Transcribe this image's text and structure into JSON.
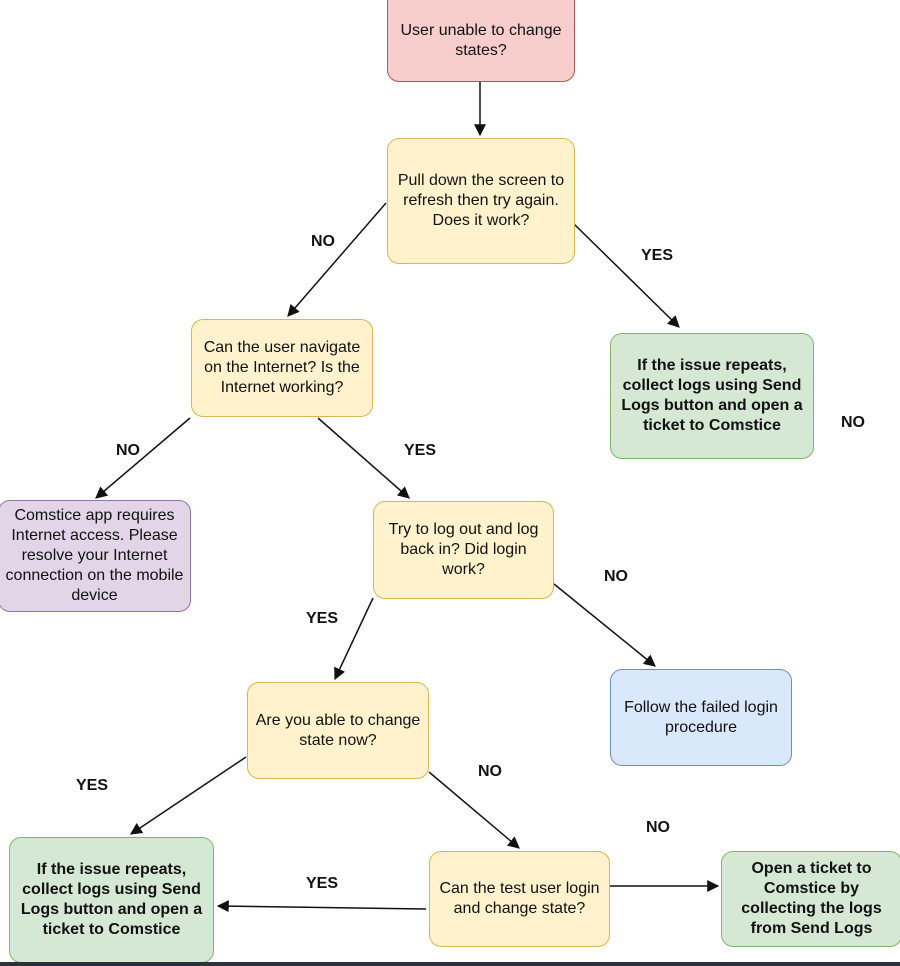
{
  "colors": {
    "red_fill": "#f8cecc",
    "red_border": "#b85450",
    "yellow_fill": "#fff2cc",
    "yellow_border": "#d6b656",
    "green_fill": "#d5e8d4",
    "green_border": "#82b366",
    "purple_fill": "#e1d5e7",
    "purple_border": "#9673a6",
    "blue_fill": "#dae8fc",
    "blue_border": "#6c8ebf"
  },
  "nodes": {
    "start": "User unable to change states?",
    "refresh": "Pull down the screen to refresh then try again. Does it work?",
    "internet": "Can the user navigate on the Internet? Is the Internet working?",
    "repeat_top": "If the issue repeats, collect logs using Send Logs button and open a ticket to Comstice",
    "requires_internet": "Comstice app requires Internet access. Please resolve your Internet connection on the mobile device",
    "relogin": "Try to log out and log back in? Did login work?",
    "change_now": "Are you able to change state now?",
    "failed_login": "Follow the failed login procedure",
    "repeat_bottom": "If the issue repeats, collect logs using Send Logs button and open a ticket to Comstice",
    "test_user": "Can the test user login and change state?",
    "open_ticket": "Open a ticket to Comstice by collecting the logs from Send Logs"
  },
  "labels": {
    "refresh_no": "NO",
    "refresh_yes": "YES",
    "repeat_no": "NO",
    "internet_no": "NO",
    "internet_yes": "YES",
    "relogin_no": "NO",
    "relogin_yes": "YES",
    "change_yes": "YES",
    "change_no": "NO",
    "test_yes": "YES",
    "test_no": "NO"
  }
}
